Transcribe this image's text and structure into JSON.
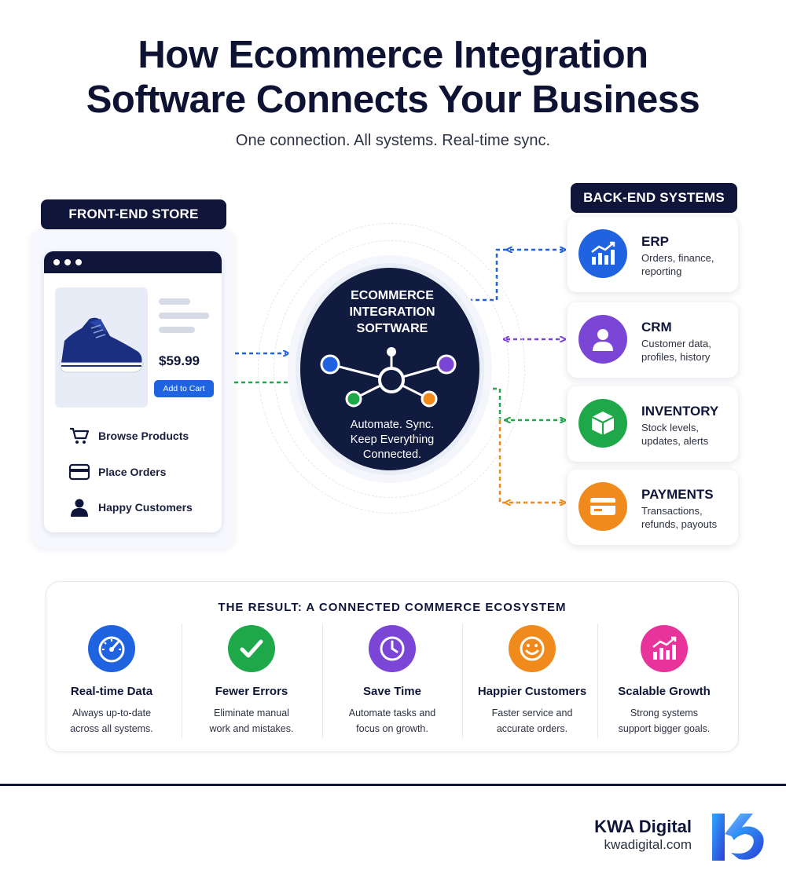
{
  "header": {
    "title_line1": "How Ecommerce Integration",
    "title_line2": "Software Connects Your Business",
    "subtitle": "One connection. All systems. Real-time sync."
  },
  "front_end": {
    "label": "FRONT-END STORE",
    "price": "$59.99",
    "add_to_cart": "Add to Cart",
    "features": [
      {
        "icon": "cart-icon",
        "label": "Browse Products"
      },
      {
        "icon": "credit-card-icon",
        "label": "Place Orders"
      },
      {
        "icon": "user-icon",
        "label": "Happy Customers"
      }
    ]
  },
  "hub": {
    "title_line1": "ECOMMERCE",
    "title_line2": "INTEGRATION",
    "title_line3": "SOFTWARE",
    "tagline_line1": "Automate. Sync.",
    "tagline_line2": "Keep Everything",
    "tagline_line3": "Connected."
  },
  "back_end": {
    "label": "BACK-END SYSTEMS",
    "systems": [
      {
        "name": "ERP",
        "desc_line1": "Orders, finance,",
        "desc_line2": "reporting",
        "icon": "bar-chart-icon",
        "color": "#1f63e0"
      },
      {
        "name": "CRM",
        "desc_line1": "Customer data,",
        "desc_line2": "profiles, history",
        "icon": "user-icon",
        "color": "#7b45d6"
      },
      {
        "name": "INVENTORY",
        "desc_line1": "Stock levels,",
        "desc_line2": "updates, alerts",
        "icon": "box-icon",
        "color": "#1ea84a"
      },
      {
        "name": "PAYMENTS",
        "desc_line1": "Transactions,",
        "desc_line2": "refunds, payouts",
        "icon": "card-icon",
        "color": "#f08a1c"
      }
    ]
  },
  "result": {
    "title": "THE RESULT: A CONNECTED COMMERCE ECOSYSTEM",
    "items": [
      {
        "name": "Real-time Data",
        "desc_line1": "Always up-to-date",
        "desc_line2": "across all systems.",
        "icon": "gauge-icon",
        "color": "#1f63e0"
      },
      {
        "name": "Fewer Errors",
        "desc_line1": "Eliminate manual",
        "desc_line2": "work and mistakes.",
        "icon": "check-icon",
        "color": "#1ea84a"
      },
      {
        "name": "Save Time",
        "desc_line1": "Automate tasks and",
        "desc_line2": "focus on growth.",
        "icon": "clock-icon",
        "color": "#7b45d6"
      },
      {
        "name": "Happier Customers",
        "desc_line1": "Faster service and",
        "desc_line2": "accurate orders.",
        "icon": "smile-icon",
        "color": "#f08a1c"
      },
      {
        "name": "Scalable Growth",
        "desc_line1": "Strong systems",
        "desc_line2": "support bigger goals.",
        "icon": "growth-chart-icon",
        "color": "#e8339b"
      }
    ]
  },
  "footer": {
    "brand_name": "KWA Digital",
    "brand_url": "kwadigital.com"
  },
  "colors": {
    "navy": "#10163a",
    "blue": "#1f63e0",
    "purple": "#7b45d6",
    "green": "#1ea84a",
    "orange": "#f08a1c",
    "pink": "#e8339b"
  }
}
